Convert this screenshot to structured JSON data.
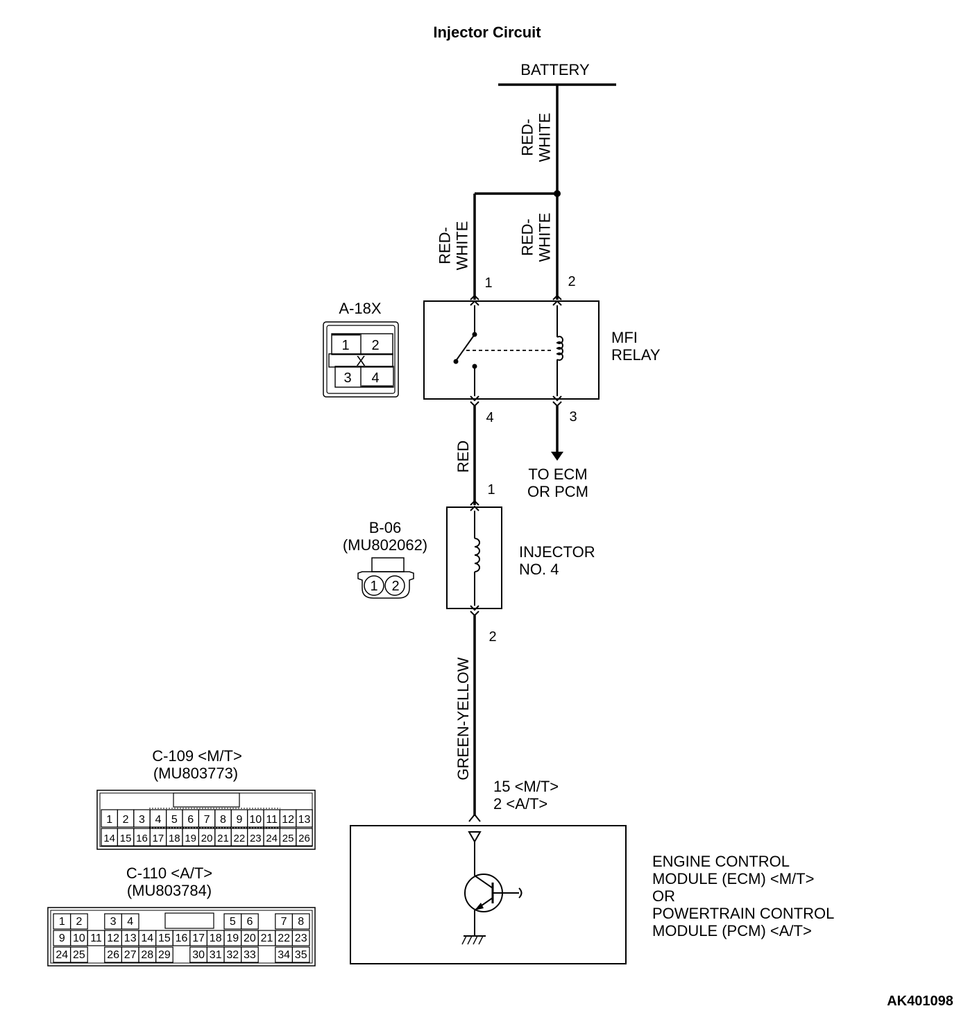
{
  "title": "Injector Circuit",
  "figure_id": "AK401098",
  "battery": {
    "label": "BATTERY"
  },
  "wires": {
    "battery_feed": "RED-\nWHITE",
    "relay_pin1": "RED-\nWHITE",
    "relay_pin2": "RED-\nWHITE",
    "relay_to_injector": "RED",
    "injector_to_module": "GREEN-YELLOW"
  },
  "relay": {
    "name_line1": "MFI",
    "name_line2": "RELAY",
    "connector_id": "A-18X",
    "pins": {
      "p1": "1",
      "p2": "2",
      "p3": "3",
      "p4": "4"
    },
    "connector_cells": [
      "1",
      "2",
      "3",
      "4"
    ],
    "connector_mark": "X",
    "to_ecm_line1": "TO ECM",
    "to_ecm_line2": "OR PCM"
  },
  "injector": {
    "name_line1": "INJECTOR",
    "name_line2": "NO. 4",
    "connector_id": "B-06",
    "part_no": "(MU802062)",
    "pins": {
      "p1": "1",
      "p2": "2"
    },
    "connector_cells": [
      "1",
      "2"
    ]
  },
  "module": {
    "pin_mt": "15 <M/T>",
    "pin_at": "2 <A/T>",
    "lines": [
      "ENGINE CONTROL",
      "MODULE (ECM) <M/T>",
      "OR",
      "POWERTRAIN CONTROL",
      "MODULE (PCM) <A/T>"
    ]
  },
  "connector_c109": {
    "id": "C-109 <M/T>",
    "part_no": "(MU803773)",
    "row1": [
      "1",
      "2",
      "3",
      "4",
      "5",
      "6",
      "7",
      "8",
      "9",
      "10",
      "11",
      "12",
      "13"
    ],
    "row2": [
      "14",
      "15",
      "16",
      "17",
      "18",
      "19",
      "20",
      "21",
      "22",
      "23",
      "24",
      "25",
      "26"
    ]
  },
  "connector_c110": {
    "id": "C-110 <A/T>",
    "part_no": "(MU803784)",
    "row1": [
      "1",
      "2",
      "",
      "3",
      "4",
      "",
      "",
      "",
      "",
      "",
      "5",
      "6",
      "",
      "7",
      "8"
    ],
    "row2": [
      "9",
      "10",
      "11",
      "12",
      "13",
      "14",
      "15",
      "16",
      "17",
      "18",
      "19",
      "20",
      "21",
      "22",
      "23"
    ],
    "row3": [
      "24",
      "25",
      "",
      "26",
      "27",
      "28",
      "29",
      "",
      "30",
      "31",
      "32",
      "33",
      "",
      "34",
      "35"
    ]
  }
}
